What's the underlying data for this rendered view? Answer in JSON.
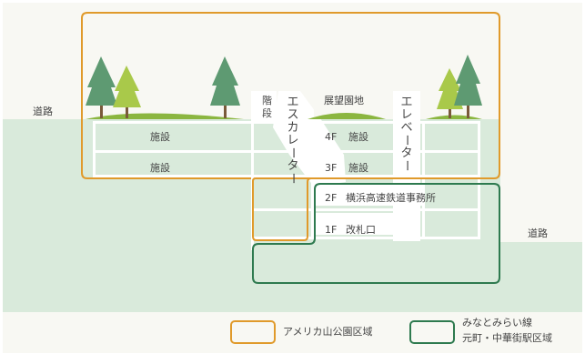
{
  "colors": {
    "park_outline": "#e09a2b",
    "railway_outline": "#2e7a4f",
    "ground": "#d9eadb",
    "sky_area": "#f8f8f3",
    "grass": "#8bb640",
    "tree_dark": "#5e9a72",
    "tree_light": "#a9c94a",
    "trunk": "#7a5a3a"
  },
  "labels": {
    "road_left": "道路",
    "road_right": "道路",
    "stairs": "階段",
    "escalator": "エスカレーター",
    "observation": "展望園地",
    "elevator": "エレベーター",
    "facility_left_upper": "施設",
    "facility_left_lower": "施設",
    "floor_4f": "4F",
    "facility_4f": "施設",
    "floor_3f": "3F",
    "facility_3f": "施設",
    "floor_2f": "2F",
    "office_2f": "横浜高速鉄道事務所",
    "floor_1f": "1F",
    "gate_1f": "改札口"
  },
  "legend": {
    "park_label": "アメリカ山公園区域",
    "railway_line1": "みなとみらい線",
    "railway_line2": "元町・中華街駅区域"
  }
}
